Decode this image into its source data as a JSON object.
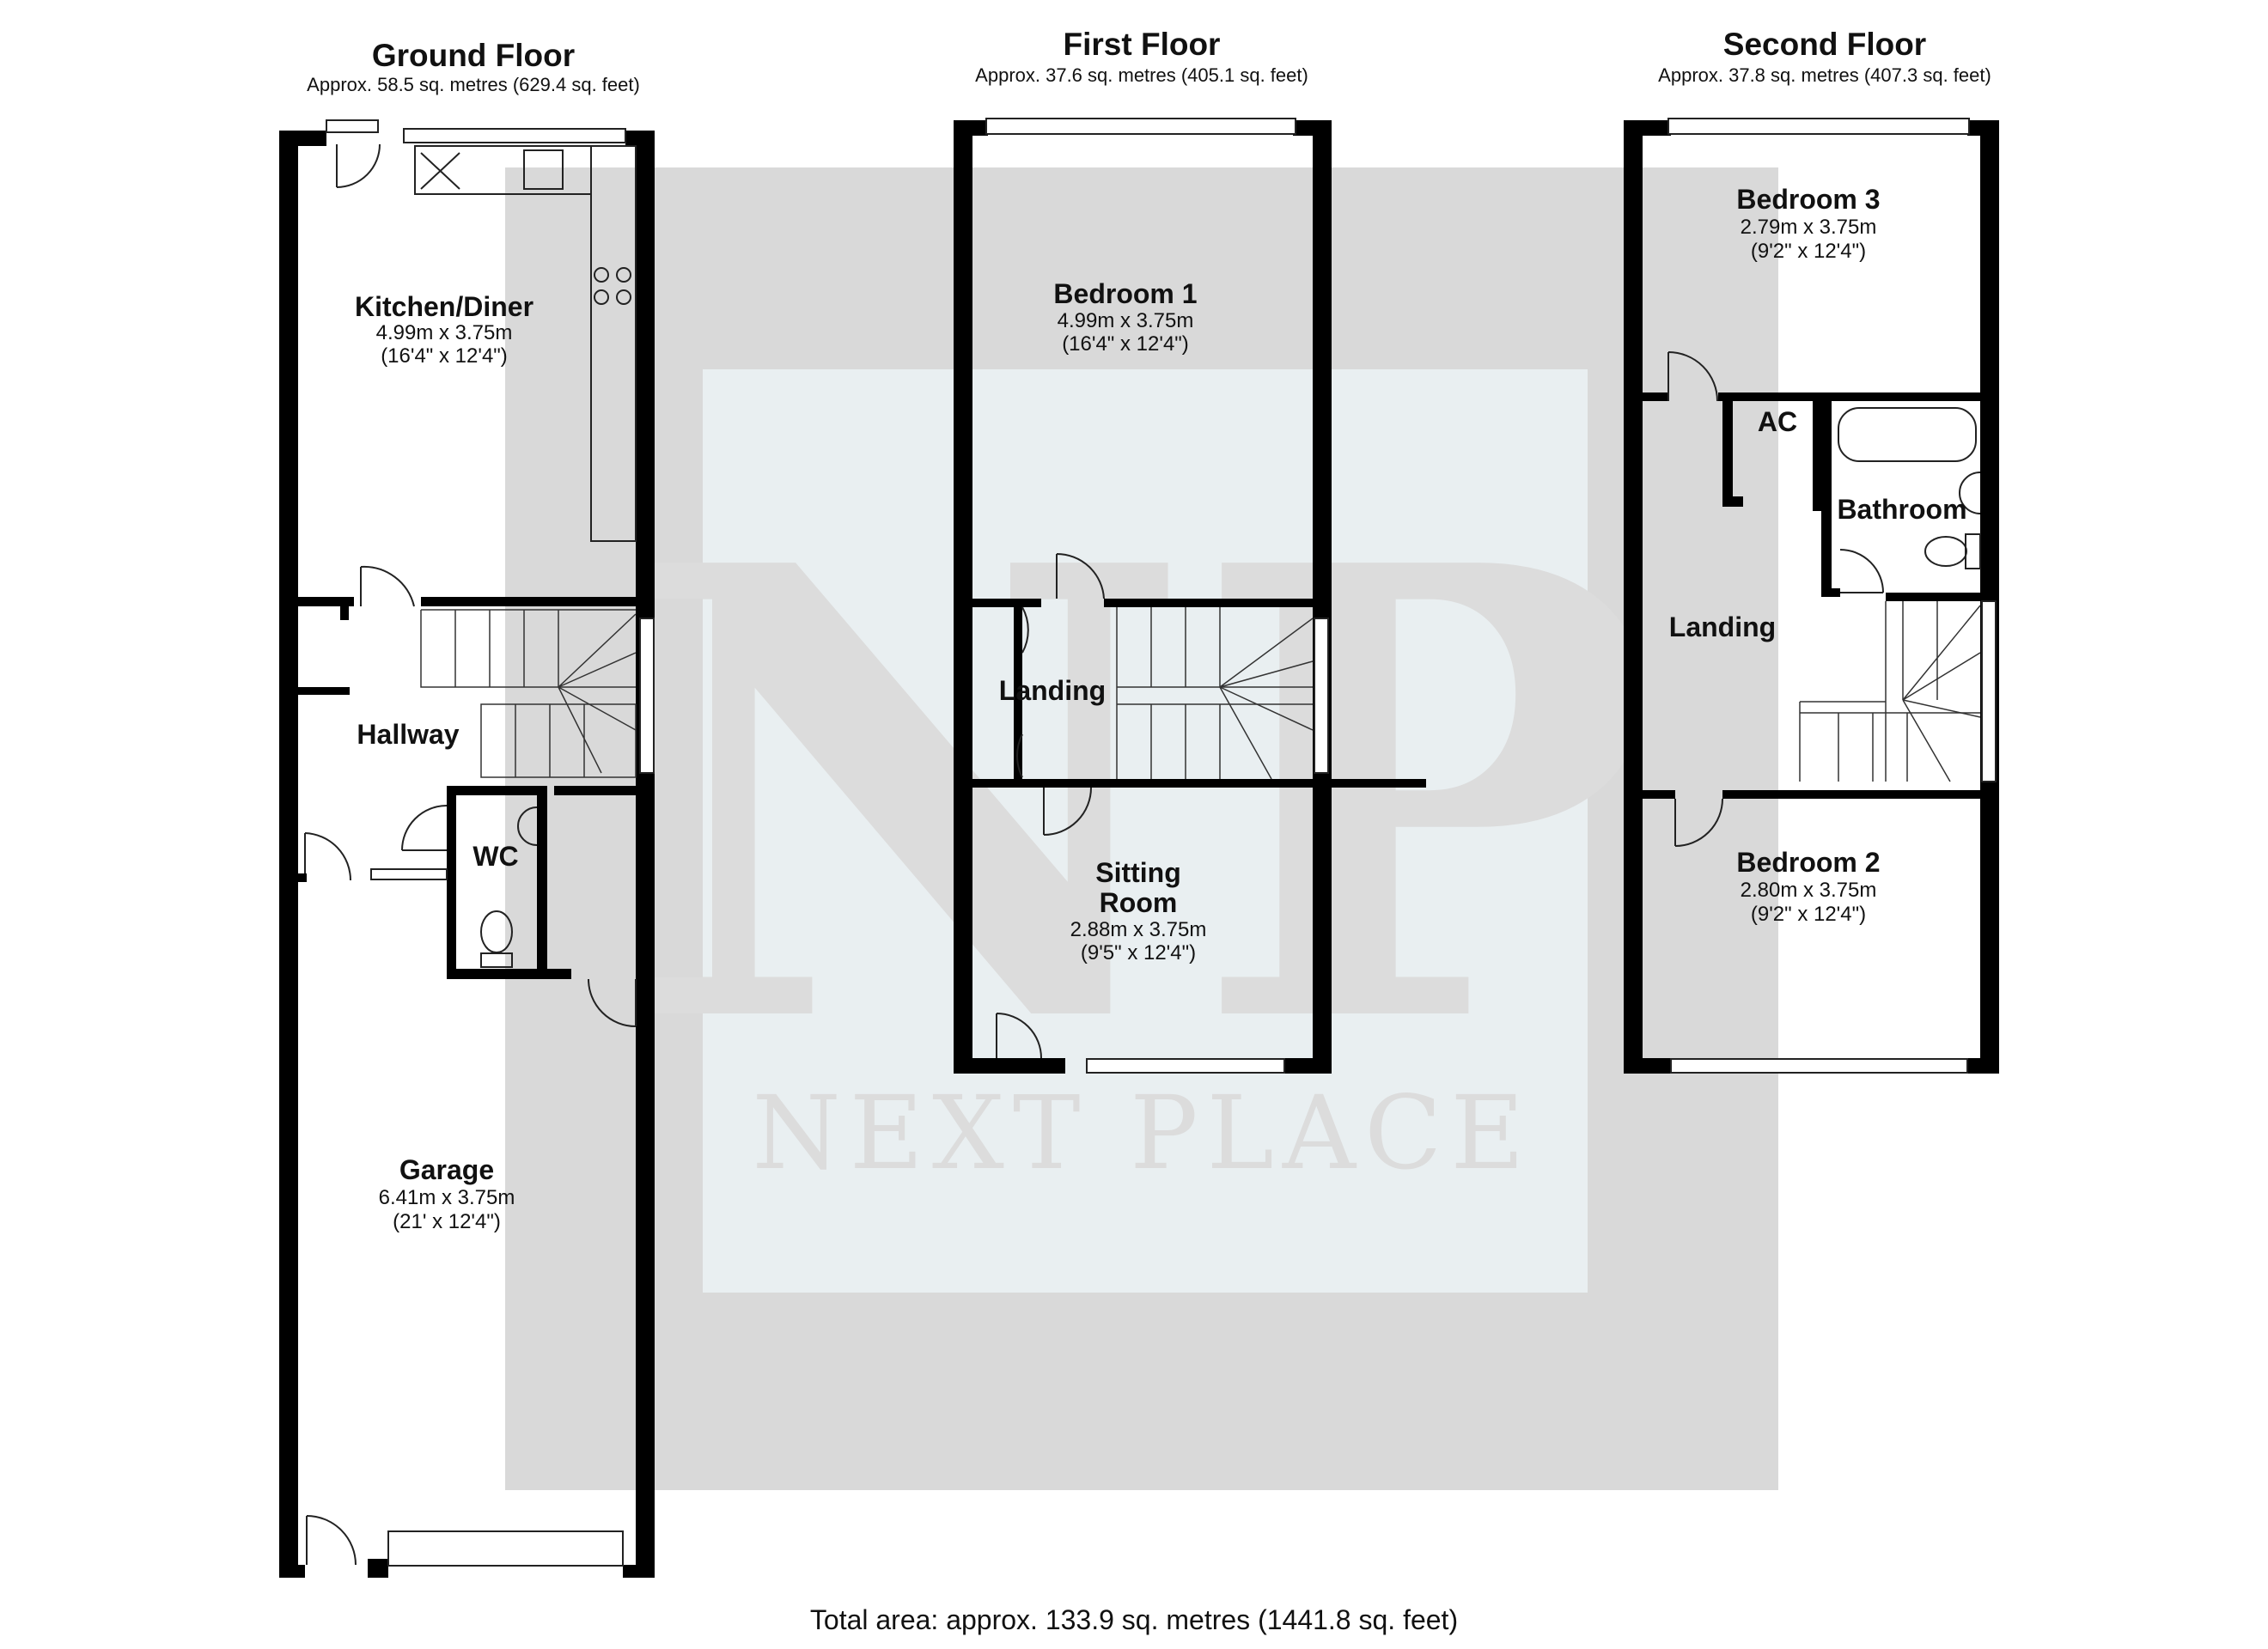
{
  "watermark": {
    "brand": "NEXT PLACE",
    "monogram": "NP"
  },
  "floors": [
    {
      "title": "Ground Floor",
      "area": "Approx. 58.5 sq. metres (629.4 sq. feet)",
      "rooms": [
        {
          "name": "Kitchen/Diner",
          "metric": "4.99m x 3.75m",
          "imperial": "(16'4\" x 12'4\")"
        },
        {
          "name": "Hallway"
        },
        {
          "name": "WC"
        },
        {
          "name": "Garage",
          "metric": "6.41m x 3.75m",
          "imperial": "(21' x 12'4\")"
        }
      ]
    },
    {
      "title": "First Floor",
      "area": "Approx. 37.6 sq. metres (405.1 sq. feet)",
      "rooms": [
        {
          "name": "Bedroom 1",
          "metric": "4.99m x 3.75m",
          "imperial": "(16'4\" x 12'4\")"
        },
        {
          "name": "Landing"
        },
        {
          "name": "Sitting",
          "name2": "Room",
          "metric": "2.88m x 3.75m",
          "imperial": "(9'5\" x 12'4\")"
        }
      ]
    },
    {
      "title": "Second Floor",
      "area": "Approx. 37.8 sq. metres (407.3 sq. feet)",
      "rooms": [
        {
          "name": "Bedroom 3",
          "metric": "2.79m x 3.75m",
          "imperial": "(9'2\" x 12'4\")"
        },
        {
          "name": "AC"
        },
        {
          "name": "Bathroom"
        },
        {
          "name": "Landing"
        },
        {
          "name": "Bedroom 2",
          "metric": "2.80m x 3.75m",
          "imperial": "(9'2\" x 12'4\")"
        }
      ]
    }
  ],
  "total_area": "Total area: approx. 133.9 sq. metres (1441.8 sq. feet)"
}
